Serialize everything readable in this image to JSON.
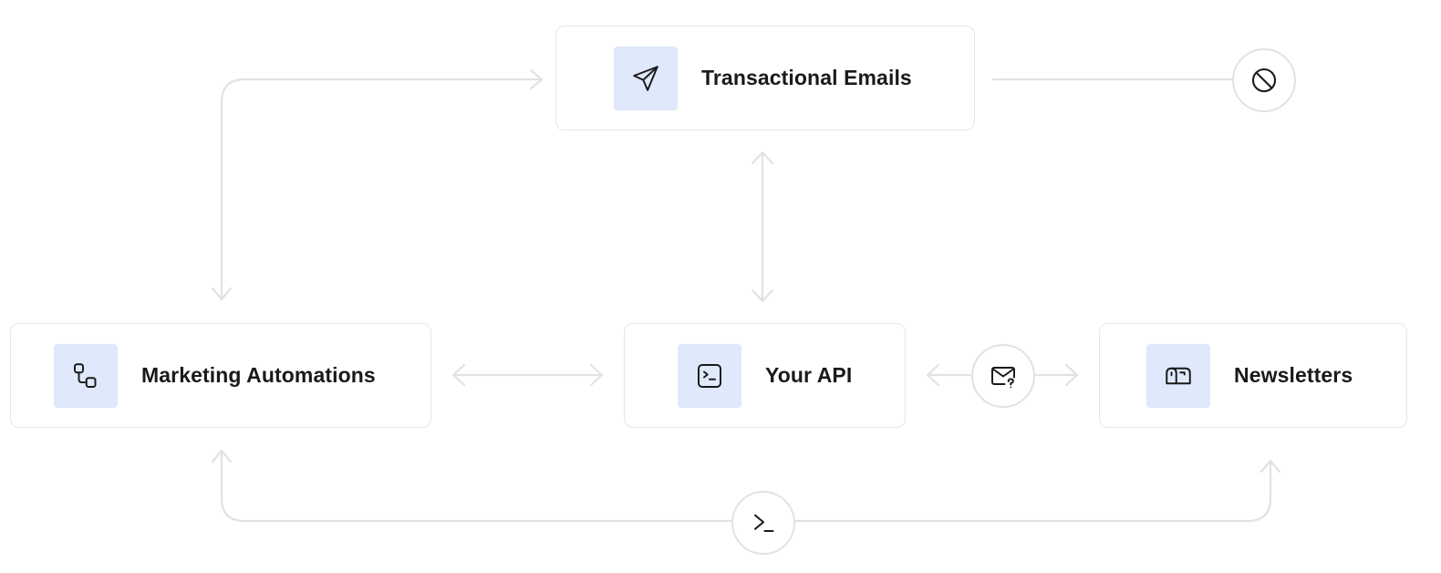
{
  "nodes": {
    "transactional": {
      "label": "Transactional Emails",
      "icon": "paper-plane-icon"
    },
    "marketing": {
      "label": "Marketing Automations",
      "icon": "workflow-icon"
    },
    "api": {
      "label": "Your API",
      "icon": "terminal-icon"
    },
    "newsletters": {
      "label": "Newsletters",
      "icon": "mailbox-icon"
    }
  },
  "badges": {
    "blocked": {
      "icon": "prohibited-icon"
    },
    "unknown_mail": {
      "icon": "mail-question-icon"
    },
    "terminal": {
      "icon": "terminal-prompt-icon"
    }
  },
  "colors": {
    "icon_tile": "#dfe9fb",
    "connector": "#e2e2e2",
    "card_border": "#e6e6e6",
    "text": "#1a1a1a"
  }
}
